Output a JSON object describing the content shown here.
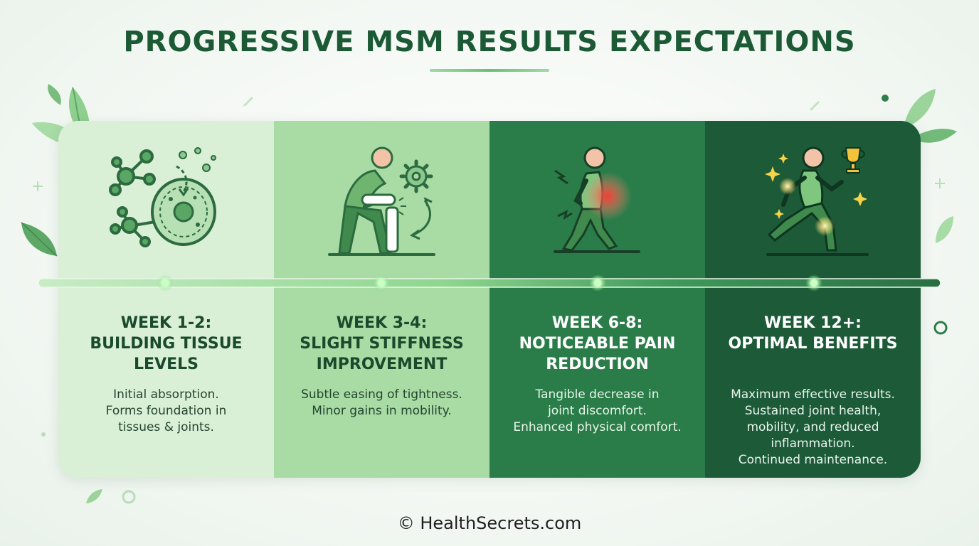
{
  "title": "PROGRESSIVE MSM RESULTS EXPECTATIONS",
  "stages": [
    {
      "heading": [
        "WEEK 1-2:",
        "BUILDING TISSUE",
        "LEVELS"
      ],
      "description": [
        "Initial absorption.",
        "Forms foundation in",
        "tissues & joints."
      ],
      "icon": "molecule-cell-absorption-icon",
      "background": "#d9efd6"
    },
    {
      "heading": [
        "WEEK 3-4:",
        "SLIGHT STIFFNESS",
        "IMPROVEMENT"
      ],
      "description": [
        "Subtle easing of tightness.",
        "Minor gains in mobility."
      ],
      "icon": "person-knee-gear-icon",
      "background": "#a9dba5"
    },
    {
      "heading": [
        "WEEK 6-8:",
        "NOTICEABLE PAIN",
        "REDUCTION"
      ],
      "description": [
        "Tangible decrease in",
        "joint discomfort.",
        "Enhanced physical comfort."
      ],
      "icon": "walking-person-pain-icon",
      "background": "#2a7d49"
    },
    {
      "heading": [
        "WEEK 12+:",
        "OPTIMAL BENEFITS"
      ],
      "description": [
        "Maximum effective results.",
        "Sustained joint health,",
        "mobility, and reduced",
        "inflammation.",
        "Continued maintenance."
      ],
      "icon": "running-person-trophy-icon",
      "background": "#1c5a38"
    }
  ],
  "footer": "© HealthSecrets.com",
  "colors": {
    "title": "#1c5a36",
    "accent": "#6cc073",
    "dark": "#1c5a38"
  }
}
